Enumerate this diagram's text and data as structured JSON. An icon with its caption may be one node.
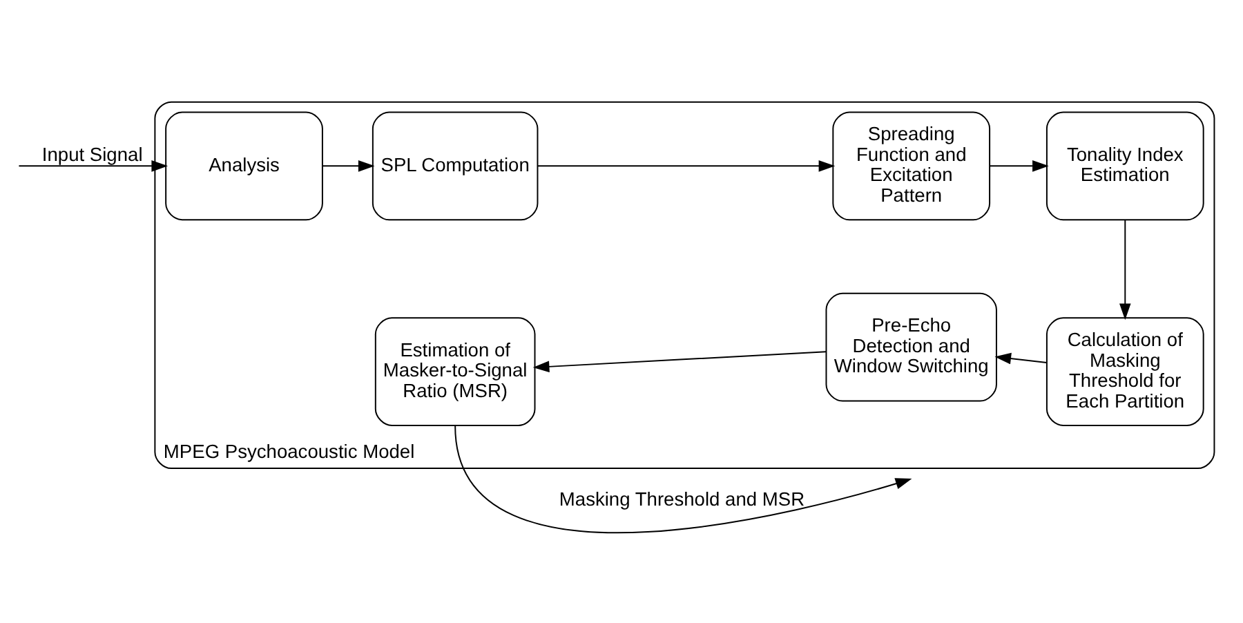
{
  "diagram": {
    "nodes": [
      {
        "text": [
          "MPEG Psychoacoustic Model"
        ]
      },
      {
        "text": [
          "Analysis"
        ],
        "in": 0
      },
      {
        "text": [
          "SPL Computation"
        ],
        "in": 0
      },
      {
        "text": [
          "Spreading Function and Excitation Pattern"
        ],
        "in": 0
      },
      {
        "text": [
          "Tonality Index Estimation"
        ],
        "in": 0
      },
      {
        "text": [
          "Estimation of Masker-to-Signal Ratio (MSR)"
        ],
        "in": 0
      },
      {
        "text": [
          "Pre-Echo Detection and Window Switching"
        ],
        "in": 0
      },
      {
        "text": [
          "Calculation of Masking Threshold for Each Partition"
        ],
        "in": 0
      }
    ],
    "edges": [
      {
        "from": null,
        "to": 1,
        "arrow": "to",
        "label": "Input Signal"
      },
      {
        "from": 1,
        "to": 2,
        "arrow": "to"
      },
      {
        "from": 2,
        "to": 3,
        "arrow": "to"
      },
      {
        "from": 3,
        "to": 4,
        "arrow": "to"
      },
      {
        "from": 4,
        "to": 7,
        "arrow": "to"
      },
      {
        "from": 7,
        "to": 6,
        "arrow": "to"
      },
      {
        "from": 6,
        "to": 5,
        "arrow": "to"
      },
      {
        "from": 5,
        "to": null,
        "arrow": "to",
        "label": "Masking Threshold and MSR"
      }
    ]
  }
}
